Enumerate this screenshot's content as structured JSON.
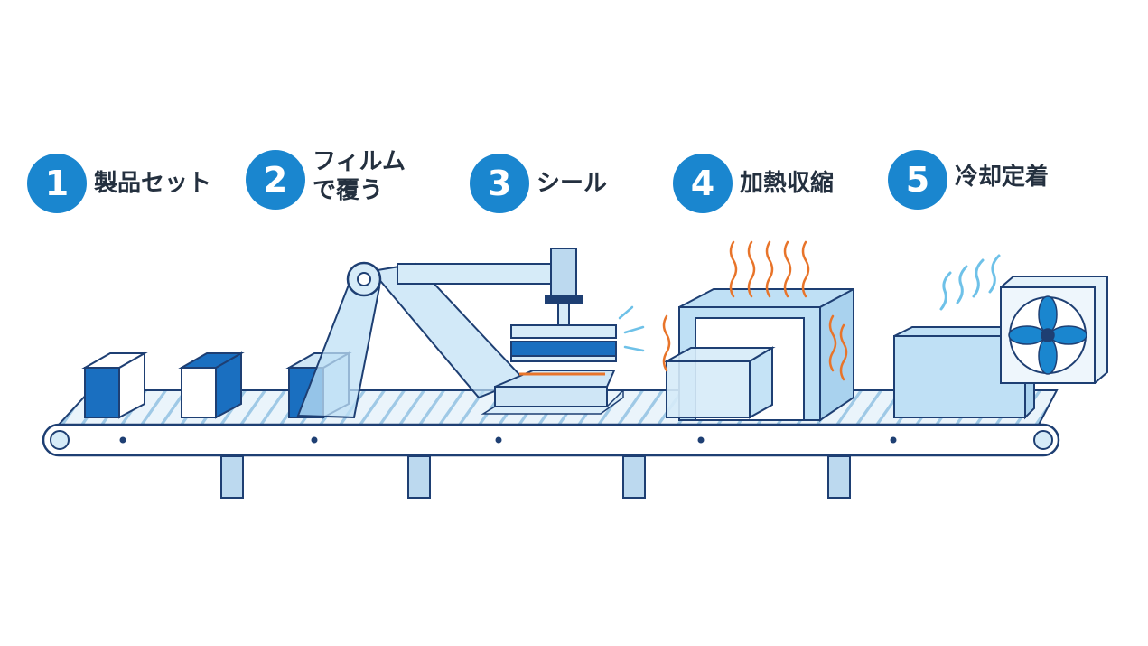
{
  "steps": [
    {
      "number": "1",
      "label": "製品セット"
    },
    {
      "number": "2",
      "label": "フィルム\nで覆う"
    },
    {
      "number": "3",
      "label": "シール"
    },
    {
      "number": "4",
      "label": "加熱収縮"
    },
    {
      "number": "5",
      "label": "冷却定着"
    }
  ],
  "colors": {
    "primary_blue": "#1a86cf",
    "outline": "#1e3f73",
    "film": "#bfe0f5",
    "heat": "#e8742a",
    "cool": "#6ec1e8",
    "text": "#24303f"
  }
}
